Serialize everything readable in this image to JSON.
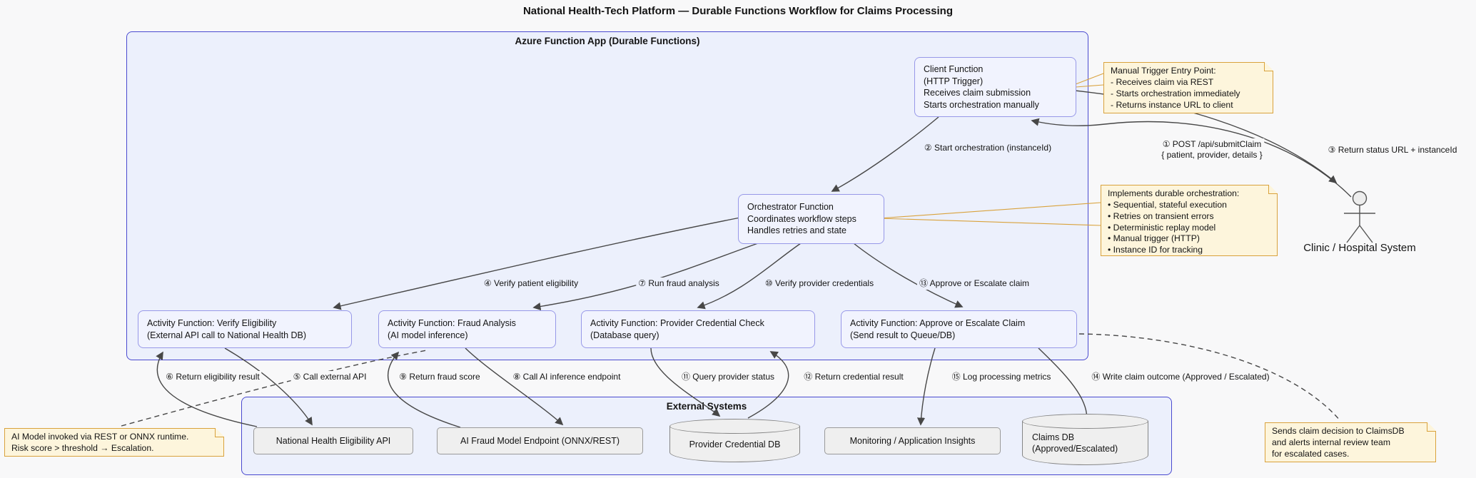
{
  "title": "National Health-Tech Platform — Durable Functions Workflow for Claims Processing",
  "containers": {
    "azure": {
      "label": "Azure Function App (Durable Functions)"
    },
    "external": {
      "label": "External Systems"
    }
  },
  "nodes": {
    "client": {
      "lines": [
        "Client Function",
        "(HTTP Trigger)",
        "Receives claim submission",
        "Starts orchestration manually"
      ]
    },
    "orchestrator": {
      "lines": [
        "Orchestrator Function",
        "Coordinates workflow steps",
        "Handles retries and state"
      ]
    },
    "act_verify": {
      "lines": [
        "Activity Function: Verify Eligibility",
        "(External API call to National Health DB)"
      ]
    },
    "act_fraud": {
      "lines": [
        "Activity Function: Fraud Analysis",
        "(AI model inference)"
      ]
    },
    "act_credential": {
      "lines": [
        "Activity Function: Provider Credential Check",
        "(Database query)"
      ]
    },
    "act_approve": {
      "lines": [
        "Activity Function: Approve or Escalate Claim",
        "(Send result to Queue/DB)"
      ]
    },
    "ext_nh_api": {
      "label": "National Health Eligibility API"
    },
    "ext_ai_endpoint": {
      "label": "AI Fraud Model Endpoint (ONNX/REST)"
    },
    "db_provider": {
      "label": "Provider Credential DB"
    },
    "ext_monitoring": {
      "label": "Monitoring / Application Insights"
    },
    "db_claims": {
      "lines": [
        "Claims DB",
        "(Approved/Escalated)"
      ]
    }
  },
  "actor": {
    "label": "Clinic / Hospital System"
  },
  "notes": {
    "manual_trigger": {
      "lines": [
        "Manual Trigger Entry Point:",
        "- Receives claim via REST",
        "- Starts orchestration immediately",
        "- Returns instance URL to client"
      ]
    },
    "durable": {
      "lines": [
        "Implements durable orchestration:",
        "• Sequential, stateful execution",
        "• Retries on transient errors",
        "• Deterministic replay model",
        "• Manual trigger (HTTP)",
        "• Instance ID for tracking"
      ]
    },
    "ai_model": {
      "lines": [
        "AI Model invoked via REST or ONNX runtime.",
        "Risk score > threshold → Escalation."
      ]
    },
    "claims_decision": {
      "lines": [
        "Sends claim decision to ClaimsDB",
        "and alerts internal review team",
        "for escalated cases."
      ]
    }
  },
  "edge_labels": {
    "e1": {
      "lines": [
        "① POST /api/submitClaim",
        "{ patient, provider, details }"
      ]
    },
    "e2": "② Start orchestration (instanceId)",
    "e3": "③ Return status URL + instanceId",
    "e4": "④ Verify patient eligibility",
    "e5": "⑤ Call external API",
    "e6": "⑥ Return eligibility result",
    "e7": "⑦ Run fraud analysis",
    "e8": "⑧ Call AI inference endpoint",
    "e9": "⑨ Return fraud score",
    "e10": "⑩ Verify provider credentials",
    "e11": "⑪ Query provider status",
    "e12": "⑫ Return credential result",
    "e13": "⑬ Approve or Escalate claim",
    "e14": "⑭ Write claim outcome (Approved / Escalated)",
    "e15": "⑮ Log processing metrics"
  },
  "colors": {
    "page-bg": "#f8f8f9",
    "container-fill": "#ecf0fc",
    "container-border": "#4a4ad0",
    "node-fill": "#f1f3fe",
    "node-border": "#9798e8",
    "note-fill": "#fdf5dc",
    "note-border": "#d9a23c",
    "ext-fill": "#efefef",
    "ext-border": "#9a9a9a",
    "edge-color": "#474747",
    "text-color": "#141414"
  }
}
